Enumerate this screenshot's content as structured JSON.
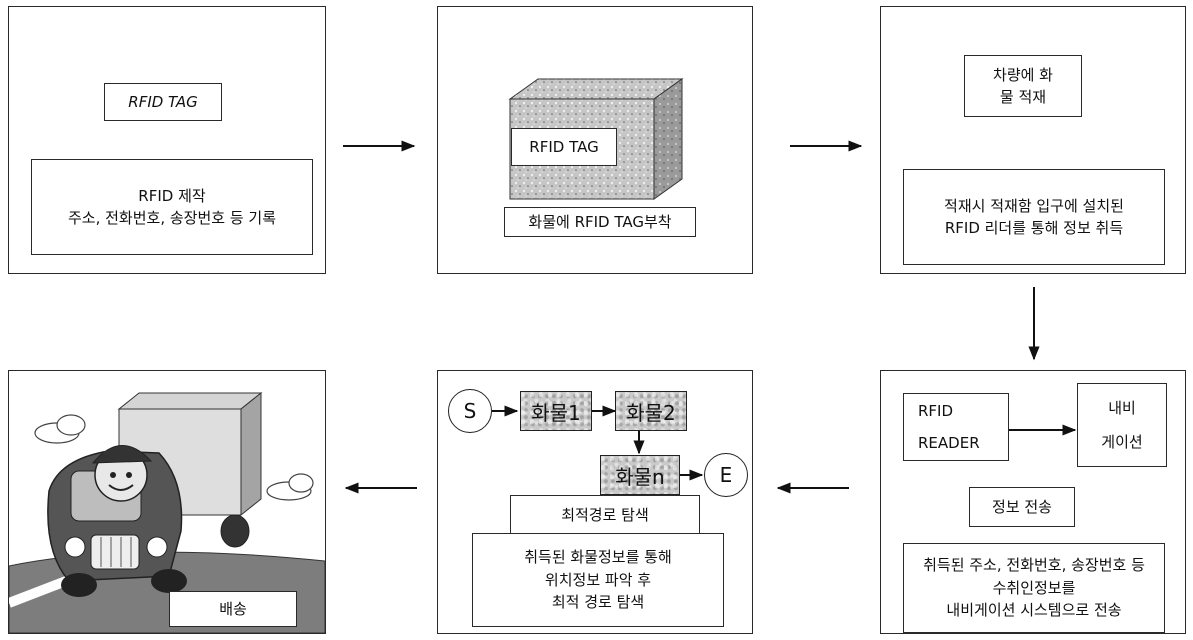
{
  "step1": {
    "tag_label": "RFID TAG",
    "desc_line1": "RFID 제작",
    "desc_line2": "주소, 전화번호, 송장번호 등 기록"
  },
  "step2": {
    "box_label": "RFID TAG",
    "caption": "화물에 RFID TAG부착"
  },
  "step3": {
    "title_line1": "차량에 화",
    "title_line2": "물 적재",
    "desc_line1": "적재시 적재함 입구에 설치된",
    "desc_line2": "RFID 리더를 통해 정보 취득"
  },
  "step4": {
    "reader_line1": "RFID",
    "reader_line2": "READER",
    "nav_line1": "내비",
    "nav_line2": "게이션",
    "transfer_label": "정보 전송",
    "desc_line1": "취득된 주소, 전화번호, 송장번호 등",
    "desc_line2": "수취인정보를",
    "desc_line3": "내비게이션 시스템으로 전송"
  },
  "step5": {
    "start": "S",
    "cargo1": "화물1",
    "cargo2": "화물2",
    "cargon": "화물n",
    "end": "E",
    "route_label": "최적경로 탐색",
    "desc_line1": "취득된 화물정보를 통해",
    "desc_line2": "위치정보 파악 후",
    "desc_line3": "최적 경로 탐색"
  },
  "step6": {
    "caption": "배송"
  }
}
